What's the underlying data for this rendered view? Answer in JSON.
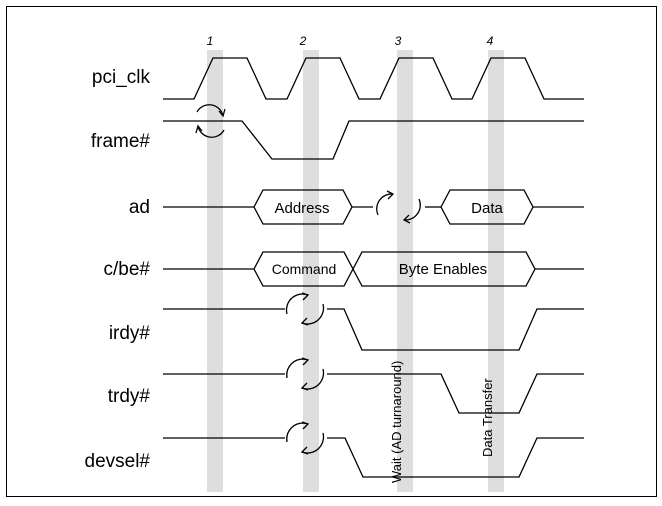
{
  "signals": [
    "pci_clk",
    "frame#",
    "ad",
    "c/be#",
    "irdy#",
    "trdy#",
    "devsel#"
  ],
  "clock_labels": [
    "1",
    "2",
    "3",
    "4"
  ],
  "bus_labels": {
    "address": "Address",
    "data": "Data",
    "command": "Command",
    "byte_enables": "Byte Enables"
  },
  "annotations": {
    "wait": "Wait (AD turnaround)",
    "transfer": "Data Transfer"
  },
  "colors": {
    "band": "#dedede",
    "line": "#000000"
  }
}
